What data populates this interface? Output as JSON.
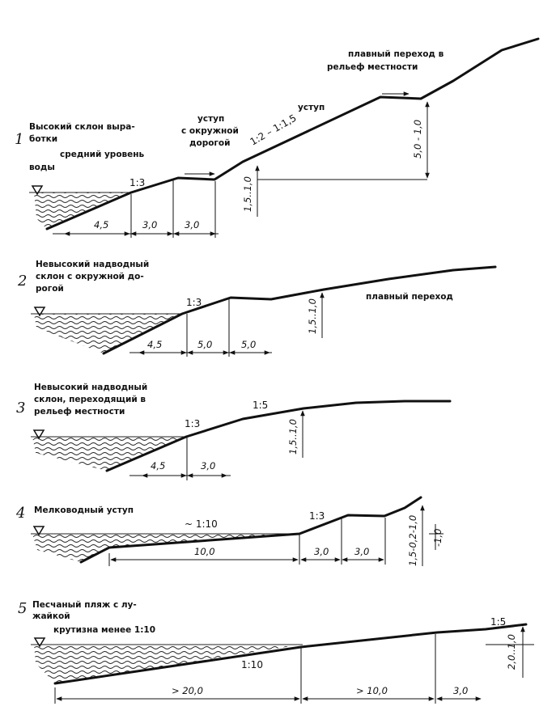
{
  "profiles": [
    {
      "number": "1",
      "title": [
        "Высокий склон выра-",
        "ботки"
      ],
      "labels": {
        "water_level": [
          "средний  уровень",
          "воды"
        ],
        "ledge_road": [
          "уступ",
          "с окружной",
          "дорогой"
        ],
        "ledge": "уступ",
        "transition": [
          "плавный  переход  в",
          "рельеф местности"
        ]
      },
      "slopes": [
        "1:3",
        "1:2 – 1:1,5"
      ],
      "dims": [
        "4,5",
        "3,0",
        "3,0",
        "1,5..1,0",
        "5,0 - 1,0"
      ]
    },
    {
      "number": "2",
      "title": [
        "Невысокий  надводный",
        "склон  с  окружной  до-",
        "рогой"
      ],
      "labels": {
        "transition": "плавный переход"
      },
      "slopes": [
        "1:3"
      ],
      "dims": [
        "4,5",
        "5,0",
        "5,0",
        "1,5..1,0"
      ]
    },
    {
      "number": "3",
      "title": [
        "Невысокий  надводный",
        "склон,  переходящий  в",
        "рельеф  местности"
      ],
      "slopes": [
        "1:3",
        "1:5"
      ],
      "dims": [
        "4,5",
        "3,0",
        "1,5..1,0"
      ]
    },
    {
      "number": "4",
      "title": [
        "Мелководный  уступ"
      ],
      "slopes": [
        "~ 1:10",
        "1:3"
      ],
      "dims": [
        "10,0",
        "3,0",
        "3,0",
        "1,5-0,2-1,0",
        "-1,0"
      ]
    },
    {
      "number": "5",
      "title": [
        "Песчаный  пляж  с  лу-",
        "жайкой"
      ],
      "labels": {
        "note": "крутизна менее 1:10"
      },
      "slopes": [
        "1:10",
        "1:5"
      ],
      "dims": [
        "> 20,0",
        "> 10,0",
        "3,0",
        "2,0..1,0"
      ]
    }
  ]
}
